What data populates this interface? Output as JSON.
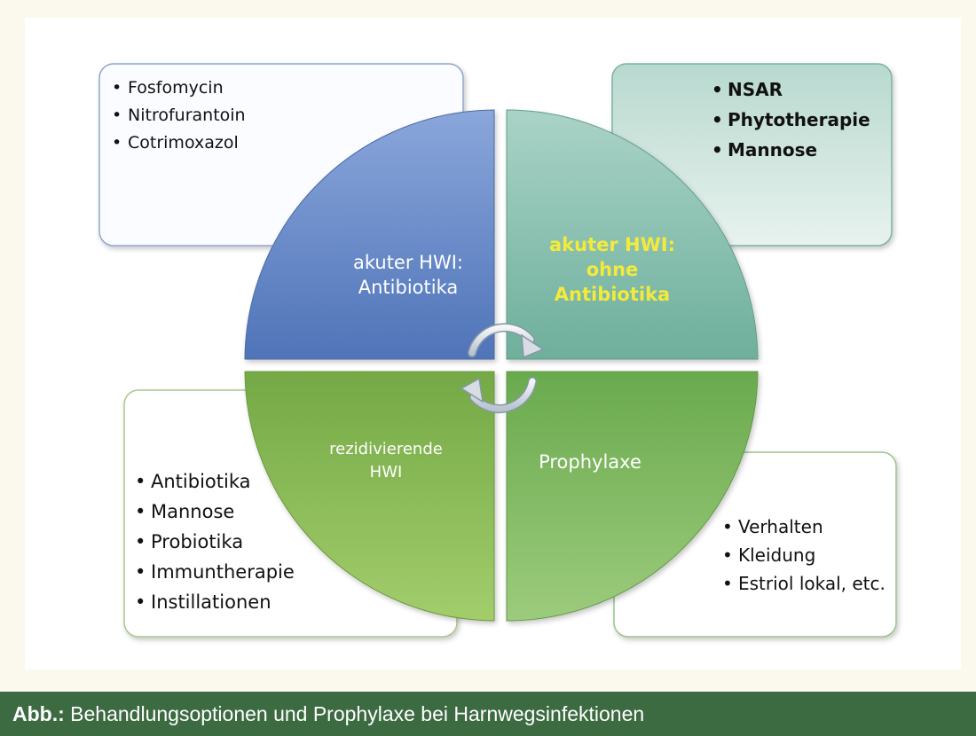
{
  "quadrants": {
    "top_left": {
      "lines": [
        "akuter HWI:",
        "Antibiotika"
      ],
      "color": "#6c8fcc"
    },
    "top_right": {
      "lines": [
        "akuter HWI:",
        "ohne",
        "Antibiotika"
      ],
      "color": "#8cc2b2",
      "text_color": "#f3ea3c"
    },
    "bottom_left": {
      "lines": [
        "rezidivierende",
        "HWI"
      ],
      "color": "#8dbd55"
    },
    "bottom_right": {
      "lines": [
        "Prophylaxe"
      ],
      "color": "#7fb860"
    }
  },
  "cards": {
    "top_left": {
      "items": [
        "Fosfomycin",
        "Nitrofurantoin",
        "Cotrimoxazol"
      ]
    },
    "top_right": {
      "items": [
        "NSAR",
        "Phytotherapie",
        "Mannose"
      ]
    },
    "bottom_left": {
      "items": [
        "Antibiotika",
        "Mannose",
        "Probiotika",
        "Immuntherapie",
        "Instillationen"
      ]
    },
    "bottom_right": {
      "items": [
        "Verhalten",
        "Kleidung",
        "Estriol lokal, etc."
      ]
    }
  },
  "caption": {
    "prefix": "Abb.:",
    "text": "Behandlungsoptionen und Prophylaxe bei Harnwegsinfektionen"
  },
  "center_icon": "cycle-arrows-icon"
}
